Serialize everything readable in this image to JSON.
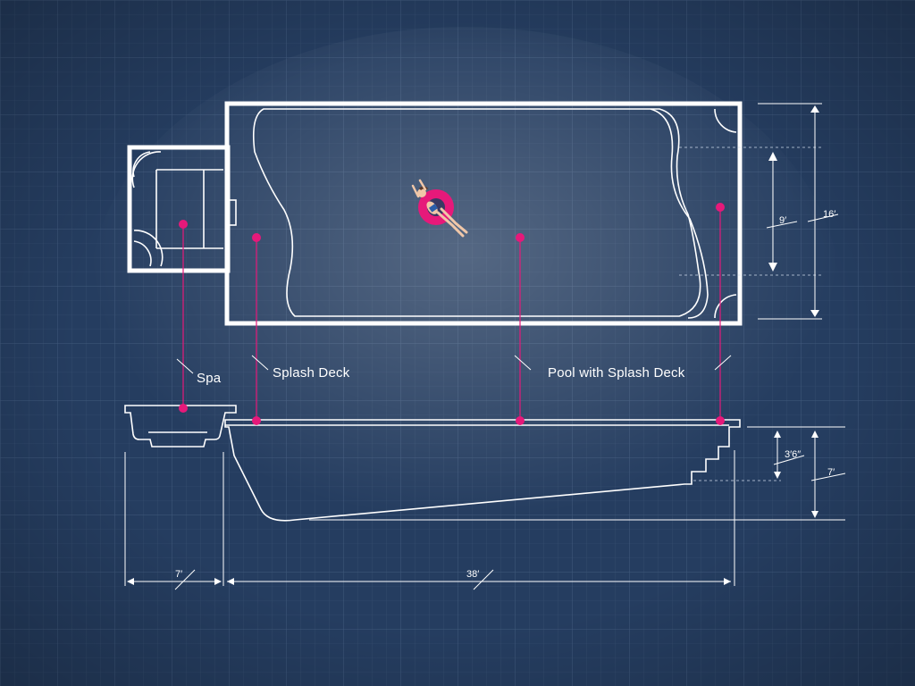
{
  "labels": {
    "spa": "Spa",
    "splash_deck": "Splash Deck",
    "pool_with_splash_deck": "Pool with Splash Deck"
  },
  "dimensions": {
    "pool_length": "38′",
    "spa_length": "7′",
    "pool_width": "16′",
    "inner_width": "9′",
    "shallow_depth": "3′6″",
    "deep_depth": "7′"
  },
  "colors": {
    "background": "#233a5c",
    "line": "#ffffff",
    "accent": "#e6197a"
  },
  "icons": {
    "swimmer": "person-on-pool-float"
  }
}
